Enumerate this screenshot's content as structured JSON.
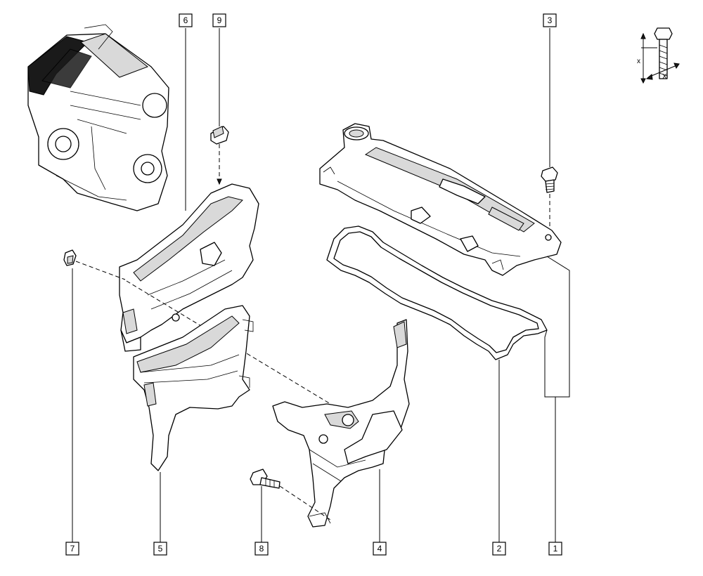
{
  "callouts": {
    "c1": "1",
    "c2": "2",
    "c3": "3",
    "c4": "4",
    "c5": "5",
    "c6": "6",
    "c7": "7",
    "c8": "8",
    "c9": "9"
  },
  "torque_symbol": {
    "label_vertical": "x",
    "label_horizontal": "X",
    "icon": "bolt-torque-icon"
  },
  "colors": {
    "line": "#000000",
    "background": "#ffffff",
    "shade": "#d9d9d9"
  }
}
